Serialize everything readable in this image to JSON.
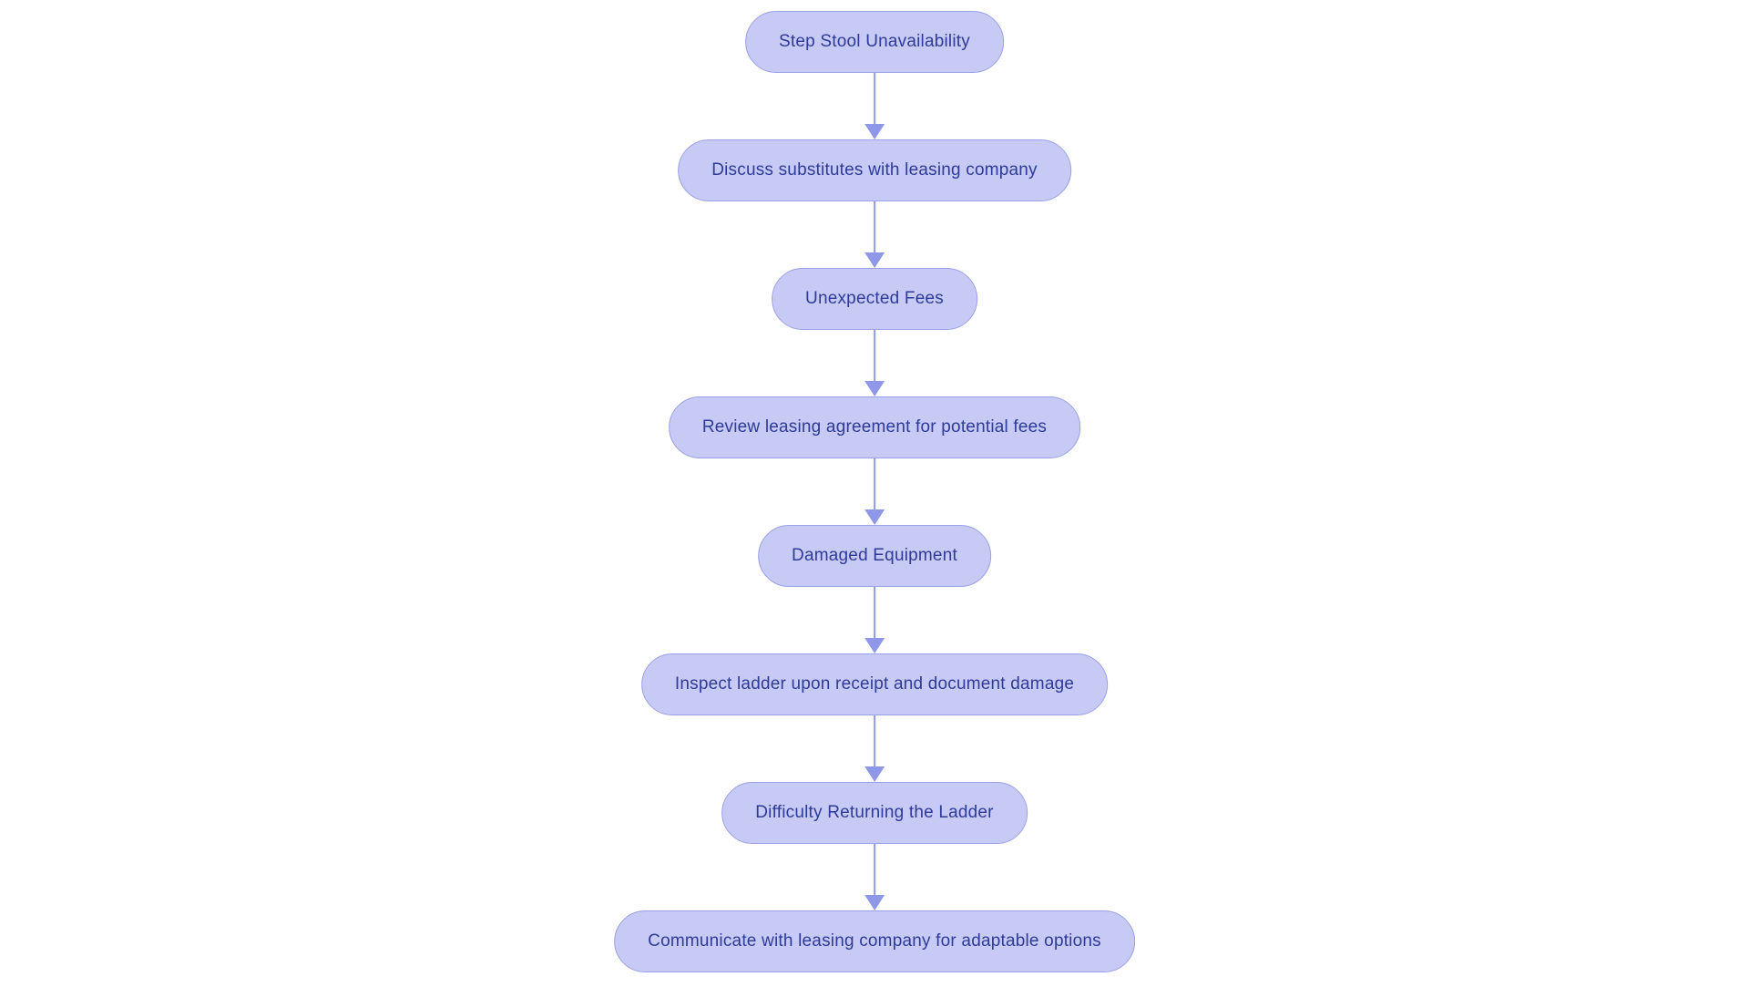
{
  "flow": {
    "type": "flowchart",
    "direction": "top-down",
    "nodes": [
      "Step Stool Unavailability",
      "Discuss substitutes with leasing company",
      "Unexpected Fees",
      "Review leasing agreement for potential fees",
      "Damaged Equipment",
      "Inspect ladder upon receipt and document damage",
      "Difficulty Returning the Ladder",
      "Communicate with leasing company for adaptable options"
    ],
    "edges": [
      [
        0,
        1
      ],
      [
        1,
        2
      ],
      [
        2,
        3
      ],
      [
        3,
        4
      ],
      [
        4,
        5
      ],
      [
        5,
        6
      ],
      [
        6,
        7
      ]
    ],
    "colors": {
      "background": "#ffffff",
      "node_fill": "#c6caf5",
      "node_border": "#9ba1e6",
      "node_text": "#2e3b98",
      "arrow": "#8f97e8"
    }
  }
}
